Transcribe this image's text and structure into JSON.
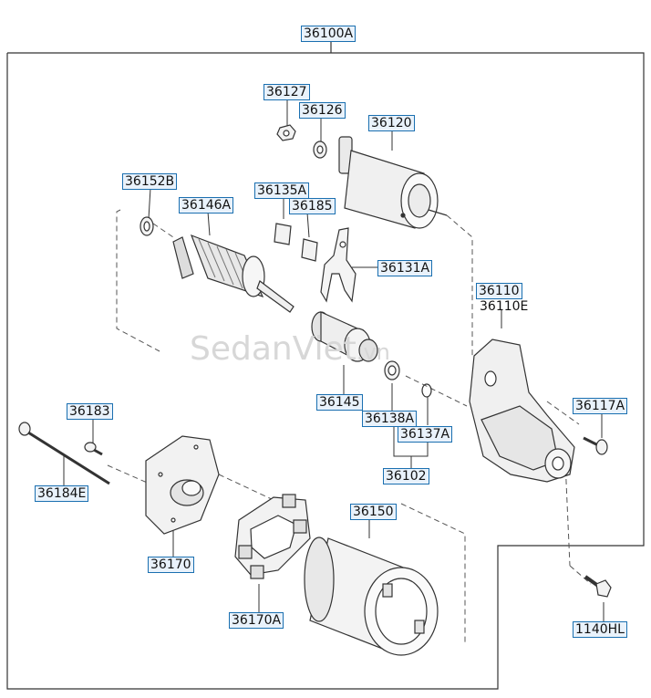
{
  "title": "36100A",
  "watermark": {
    "main": "SedanViet",
    "domain": ".vn"
  },
  "colors": {
    "label_border": "#1a6fb0",
    "label_fill": "#e9f2fb",
    "line": "#333333",
    "part": "#555555"
  },
  "parts": {
    "p36127": "36127",
    "p36126": "36126",
    "p36120": "36120",
    "p36152B": "36152B",
    "p36146A": "36146A",
    "p36135A": "36135A",
    "p36185": "36185",
    "p36131A": "36131A",
    "p36110": "36110",
    "p36110E": "36110E",
    "p36145": "36145",
    "p36138A": "36138A",
    "p36137A": "36137A",
    "p36102": "36102",
    "p36117A": "36117A",
    "p36183": "36183",
    "p36184E": "36184E",
    "p36170": "36170",
    "p36150": "36150",
    "p36170A": "36170A",
    "p1140HL": "1140HL"
  }
}
